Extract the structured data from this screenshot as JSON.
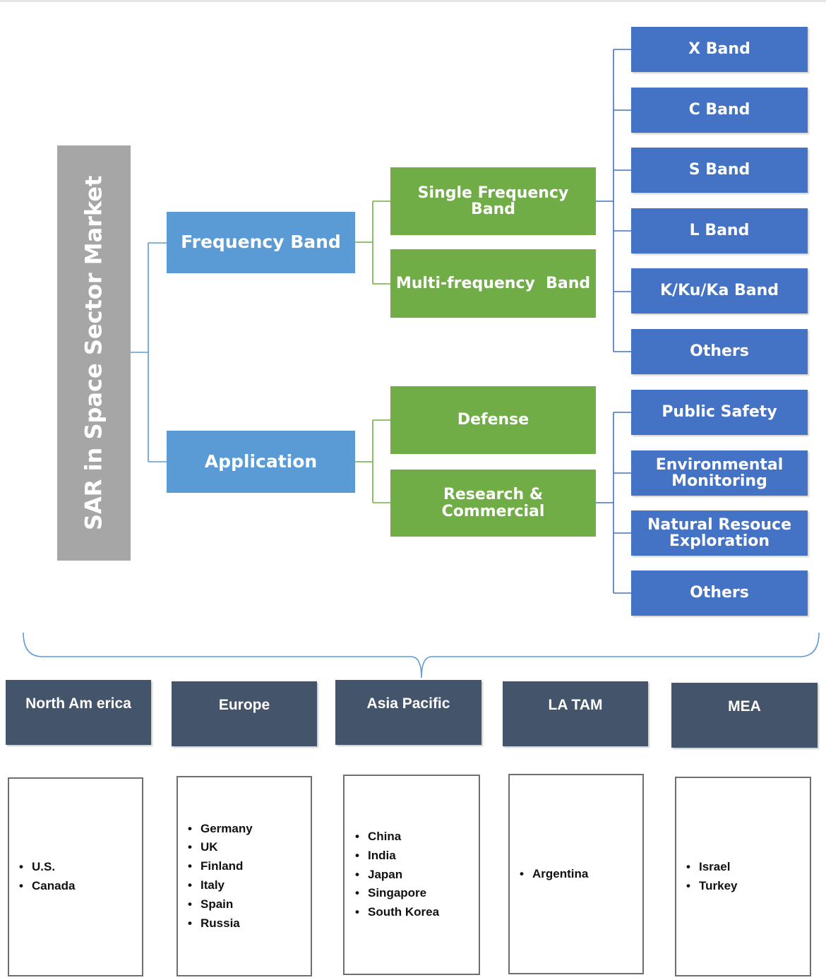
{
  "root_title": "SAR in Space Sector Market",
  "segments": [
    {
      "label": "Frequency Band",
      "sub": [
        {
          "label": "Single Frequency Band"
        },
        {
          "label": "Multi-frequency  Band"
        }
      ],
      "leaves": [
        "X Band",
        "C Band",
        "S Band",
        "L Band",
        "K/Ku/Ka Band",
        "Others"
      ]
    },
    {
      "label": "Application",
      "sub": [
        {
          "label": "Defense"
        },
        {
          "label": "Research & Commercial"
        }
      ],
      "leaves": [
        "Public Safety",
        "Environmental Monitoring",
        "Natural Resouce Exploration",
        "Others"
      ]
    }
  ],
  "regions": [
    {
      "name": "North Am erica",
      "countries": [
        "U.S.",
        "Canada"
      ]
    },
    {
      "name": "Europe",
      "countries": [
        "Germany",
        "UK",
        "Finland",
        "Italy",
        "Spain",
        "Russia"
      ]
    },
    {
      "name": "Asia Pacific",
      "countries": [
        "China",
        "India",
        "Japan",
        "Singapore",
        "South Korea"
      ]
    },
    {
      "name": "LA TAM",
      "countries": [
        "Argentina"
      ]
    },
    {
      "name": "MEA",
      "countries": [
        "Israel",
        "Turkey"
      ]
    }
  ],
  "colors": {
    "root": "#a6a6a6",
    "level1": "#5b9bd5",
    "level2": "#70ad47",
    "level3": "#4472c4",
    "region": "#44546a",
    "connector_blue": "#5b9bd5",
    "connector_green": "#70ad47"
  }
}
